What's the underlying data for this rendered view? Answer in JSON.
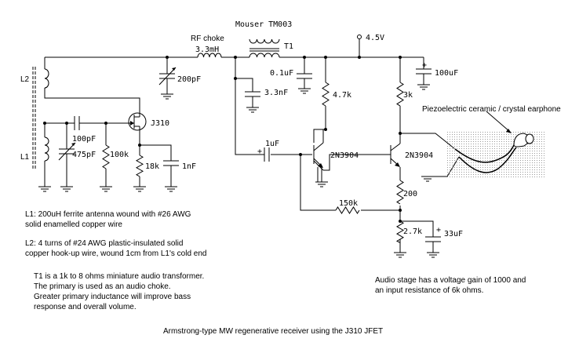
{
  "labels": {
    "transformer": "Mouser TM003",
    "t1": "T1",
    "rf_choke": "RF choke",
    "rf_choke_value": "3.3mH",
    "supply": "4.5V",
    "l2": "L2",
    "l1": "L1",
    "c200p": "200pF",
    "c01u": "0.1uF",
    "c33n": "3.3nF",
    "c100u": "100uF",
    "r47k": "4.7k",
    "r3k": "3k",
    "jfet": "J310",
    "c100p": "100pF",
    "c475p": "475pF",
    "r100k": "100k",
    "r18k": "18k",
    "c1n": "1nF",
    "c1u": "1uF",
    "q1": "2N3904",
    "q2": "2N3904",
    "r150k": "150k",
    "r200": "200",
    "r27k": "2.7k",
    "c33u": "33uF",
    "plus1": "+",
    "plus2": "+",
    "plus3": "+",
    "earphone": "Piezoelectric ceramic / crystal earphone"
  },
  "notes": {
    "l1_line1": "L1: 200uH ferrite antenna wound with #26 AWG",
    "l1_line2": "solid enamelled copper wire",
    "l2_line1": "L2: 4 turns of #24 AWG plastic-insulated solid",
    "l2_line2": "copper hook-up wire, wound 1cm from L1's cold end",
    "t1_line1": "T1 is a 1k to 8 ohms miniature audio transformer.",
    "t1_line2": "The primary is used as an audio choke.",
    "t1_line3": "Greater primary inductance will improve bass",
    "t1_line4": "response and overall volume.",
    "audio_line1": "Audio stage has a voltage gain of 1000 and",
    "audio_line2": "an input resistance of 6k ohms.",
    "caption": "Armstrong-type MW regenerative receiver using the J310 JFET"
  }
}
